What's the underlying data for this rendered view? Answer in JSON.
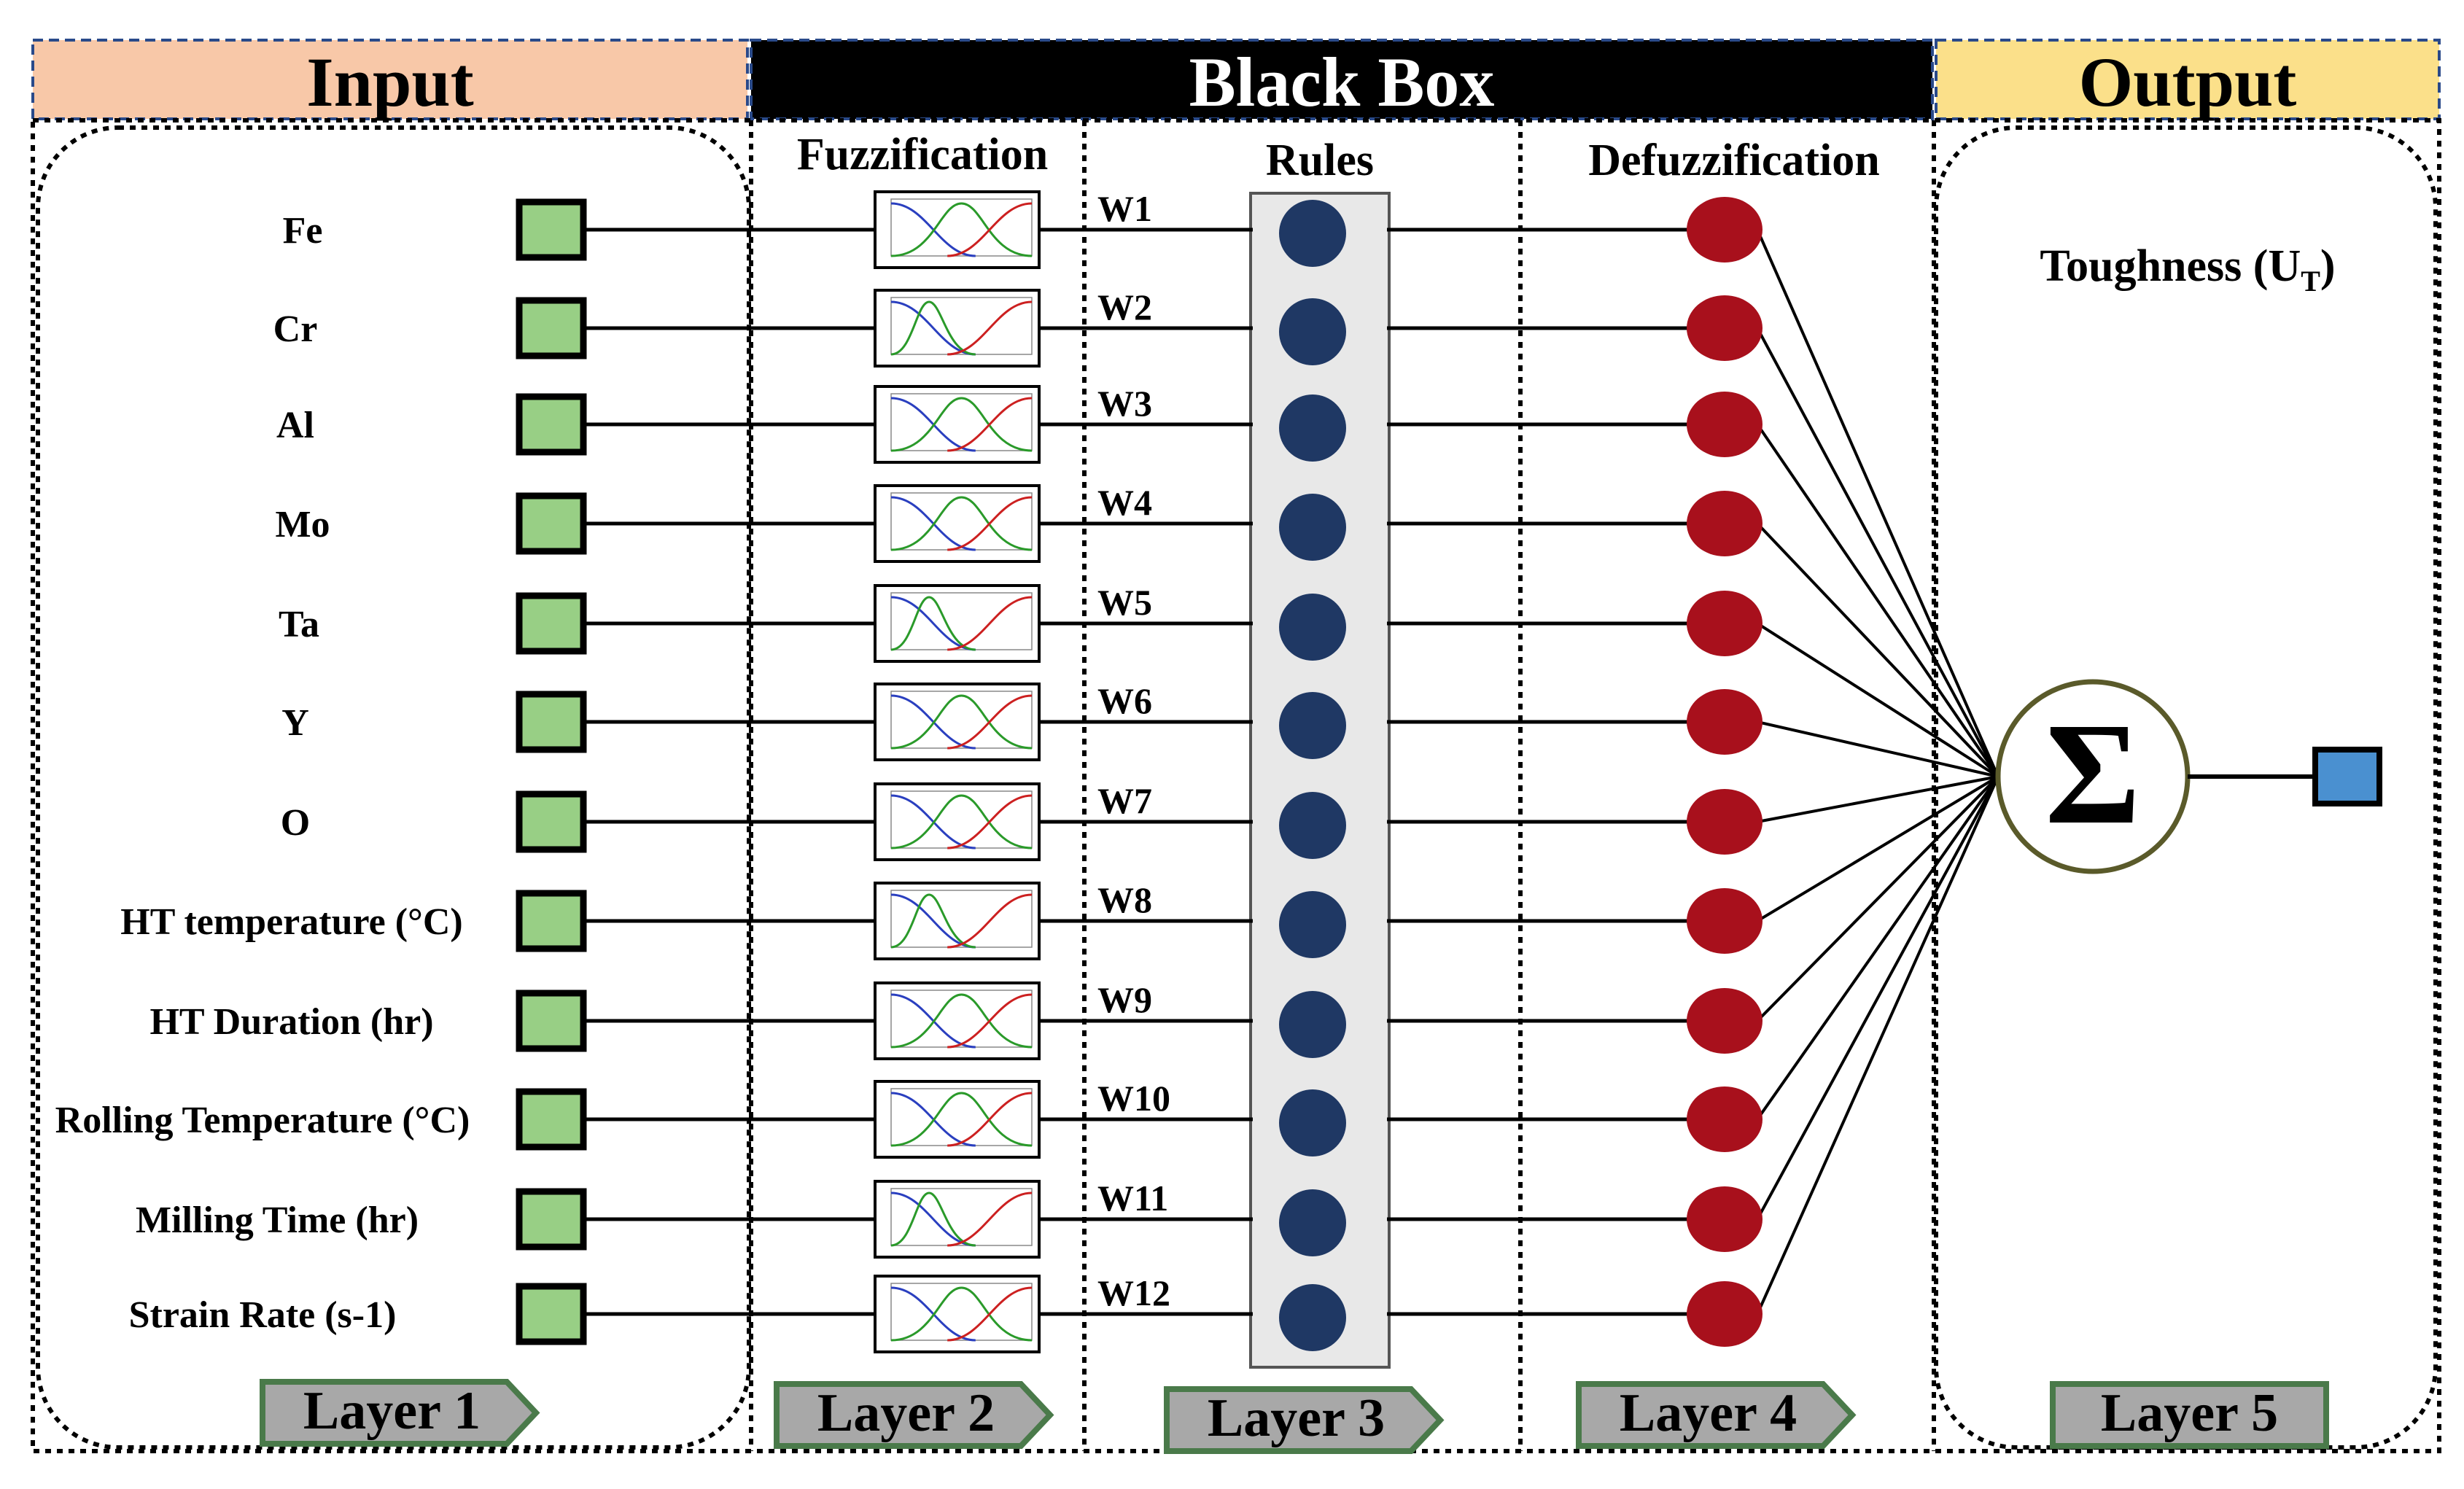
{
  "headers": {
    "input": "Input",
    "black_box": "Black Box",
    "output": "Output"
  },
  "sections": {
    "fuzzification": "Fuzzification",
    "rules": "Rules",
    "defuzzification": "Defuzzification",
    "output_label": "Toughness (U",
    "output_label_sub": "T",
    "output_label_end": ")",
    "sigma": "Σ"
  },
  "inputs": [
    "Fe",
    "Cr",
    "Al",
    "Mo",
    "Ta",
    "Y",
    "O",
    "HT temperature (°C)",
    "HT Duration (hr)",
    "Rolling Temperature (°C)",
    "Milling Time (hr)",
    "Strain Rate (s-1)"
  ],
  "weights": [
    "W1",
    "W2",
    "W3",
    "W4",
    "W5",
    "W6",
    "W7",
    "W8",
    "W9",
    "W10",
    "W11",
    "W12"
  ],
  "layers": [
    "Layer 1",
    "Layer 2",
    "Layer 3",
    "Layer 4",
    "Layer 5"
  ],
  "colors": {
    "input_header": "#f8c8a8",
    "black_box_header": "#000000",
    "output_header": "#fbe08a",
    "input_node": "#98cf85",
    "rule_node": "#1f3864",
    "defuzz_node": "#a8101c",
    "output_node": "#4a90d0",
    "sum_circle": "#5a5a2a",
    "layer_tag": "#a8a8a8",
    "layer_tag_border": "#4a7a4a"
  }
}
